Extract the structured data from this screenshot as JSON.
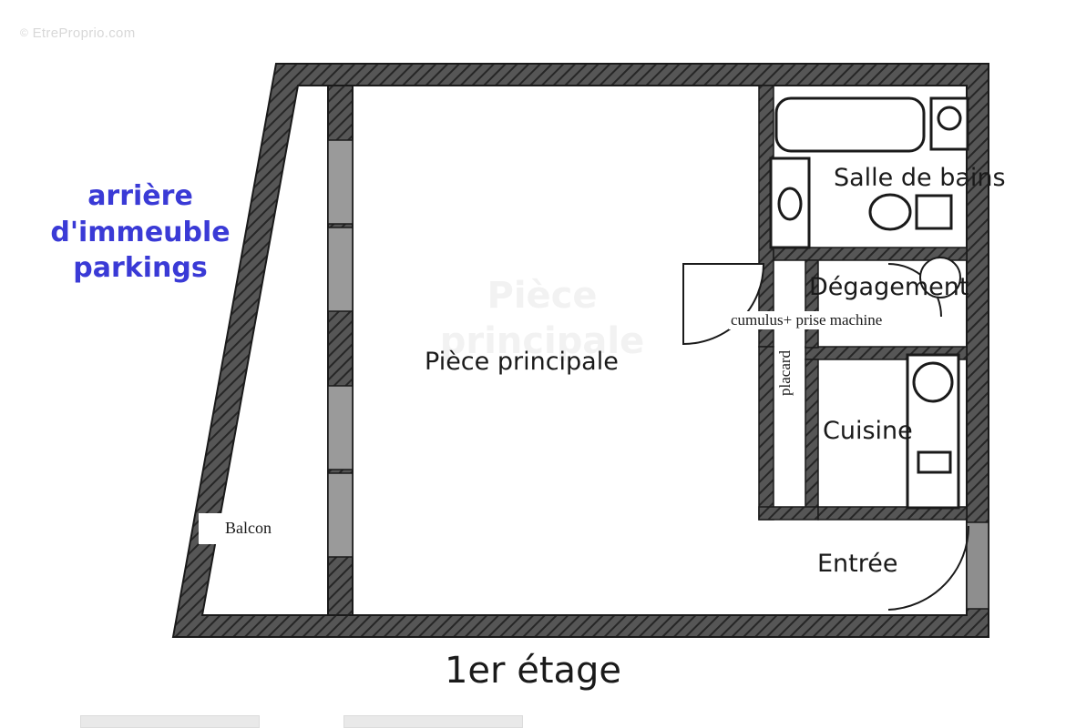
{
  "watermark": {
    "symbol": "©",
    "text": "EtreProprio.com"
  },
  "side_note": {
    "lines": [
      "arrière",
      "d'immeuble",
      "parkings"
    ],
    "color": "#3a3ad6"
  },
  "rooms": [
    {
      "key": "salle_de_bains",
      "label": "Salle de bains"
    },
    {
      "key": "degagement",
      "label": "Dégagement"
    },
    {
      "key": "cuisine",
      "label": "Cuisine"
    },
    {
      "key": "entree",
      "label": "Entrée"
    },
    {
      "key": "piece_principale",
      "label": "Pièce principale"
    }
  ],
  "annotations": {
    "cumulus": "cumulus+ prise machine",
    "balcon": "Balcon",
    "placard": "placard"
  },
  "title": "1er étage",
  "ghost_text": {
    "line1": "Pièce principale",
    "line2": ""
  },
  "colors": {
    "wall_fill": "#4a4a4a",
    "wall_hatch": "#2b2b2b",
    "accent_blue": "#3a3ad6",
    "window_gray": "#8e8e8e",
    "line": "#1a1a1a"
  }
}
